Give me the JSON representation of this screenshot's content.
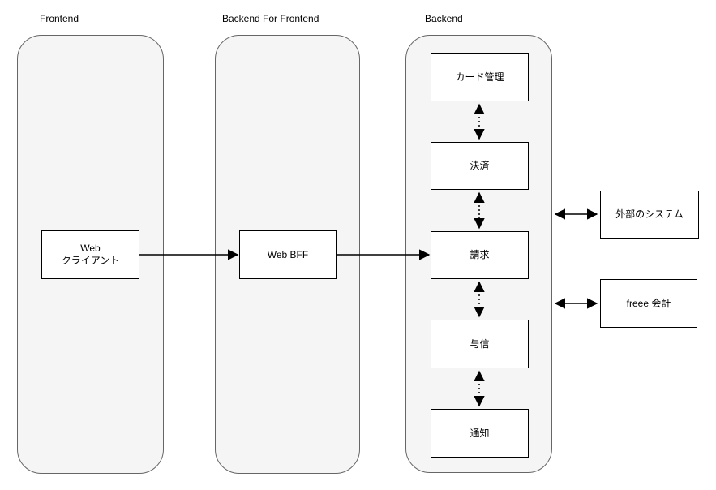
{
  "lanes": {
    "frontend": {
      "label": "Frontend"
    },
    "bff": {
      "label": "Backend For Frontend"
    },
    "backend": {
      "label": "Backend"
    }
  },
  "nodes": {
    "web_client": {
      "label": "Web\nクライアント"
    },
    "web_bff": {
      "label": "Web BFF"
    },
    "card_management": {
      "label": "カード管理"
    },
    "payment": {
      "label": "決済"
    },
    "billing": {
      "label": "請求"
    },
    "credit": {
      "label": "与信"
    },
    "notification": {
      "label": "通知"
    },
    "external_system": {
      "label": "外部のシステム"
    },
    "freee_accounting": {
      "label": "freee 会計"
    }
  },
  "colors": {
    "lane_fill": "#f5f5f5",
    "lane_border": "#666666",
    "node_fill": "#ffffff",
    "node_border": "#000000",
    "connector": "#000000",
    "background": "#ffffff",
    "text": "#000000"
  }
}
